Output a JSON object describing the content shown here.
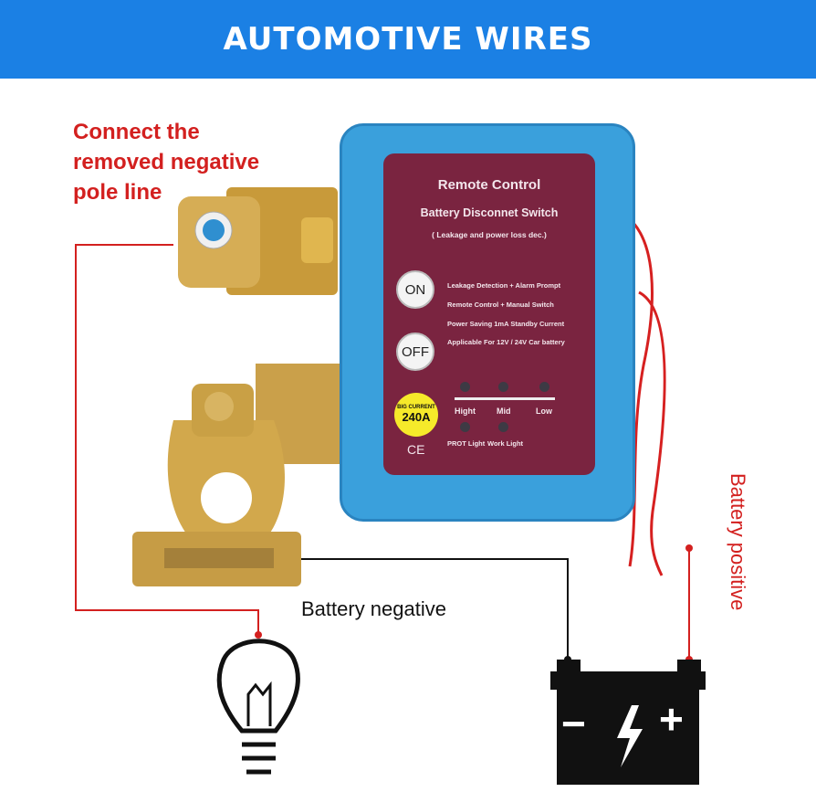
{
  "header": {
    "title": "AUTOMOTIVE WIRES"
  },
  "note": {
    "lines": [
      "Connect the",
      "removed negative",
      "pole line"
    ]
  },
  "panel": {
    "title": "Remote Control",
    "subtitle": "Battery Disconnet Switch",
    "caption": "( Leakage and power loss dec.)",
    "on_label": "ON",
    "off_label": "OFF",
    "features": [
      "Leakage Detection + Alarm Prompt",
      "Remote Control + Manual Switch",
      "Power Saving 1mA Standby Current",
      "Applicable For 12V / 24V Car battery"
    ],
    "badge_top": "BIG CURRENT",
    "badge_value": "240A",
    "levels": [
      "Hight",
      "Mid",
      "Low"
    ],
    "lights": [
      "PROT Light",
      "Work Light"
    ],
    "ce": "CE"
  },
  "labels": {
    "battery_negative": "Battery negative",
    "battery_positive": "Battery positive"
  },
  "battery": {
    "minus": "−",
    "plus": "+"
  }
}
